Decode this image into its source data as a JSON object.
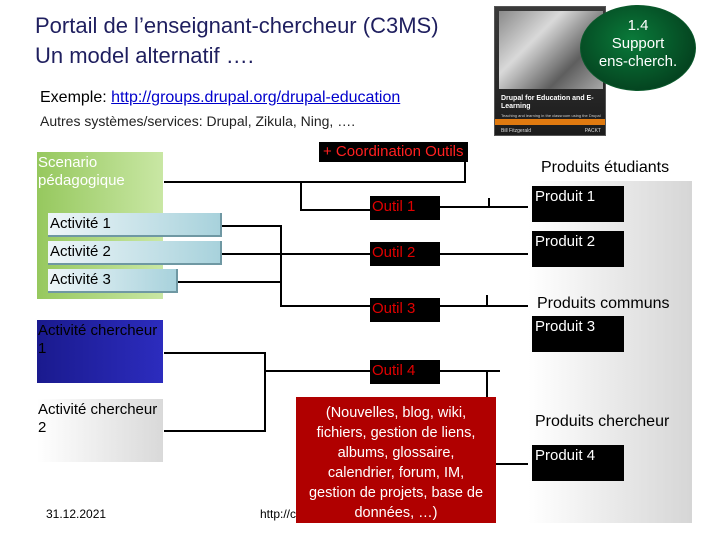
{
  "slide": {
    "title_line1": "Portail de l’enseignant-chercheur (C3MS)",
    "title_line2": "Un model alternatif ….",
    "badge": [
      "1.4",
      "Support",
      "ens-cherch."
    ],
    "example_label": "Exemple:",
    "example_url": "http://groups.drupal.org/drupal-education",
    "others": "Autres systèmes/services: Drupal, Zikula, Ning, ….",
    "book": {
      "title": "Drupal for Education and E-Learning",
      "subtitle": "Teaching and learning in the classroom using the Drupal CMS",
      "author": "Bill Fitzgerald",
      "publisher": "PACKT"
    }
  },
  "diagram": {
    "scenario": "Scenario pédagogique",
    "activities": [
      "Activité 1",
      "Activité 2",
      "Activité 3"
    ],
    "researcher_activities": [
      "Activité chercheur 1",
      "Activité chercheur 2"
    ],
    "coordination": "+ Coordination Outils",
    "tools": [
      "Outil 1",
      "Outil 2",
      "Outil 3",
      "Outil 4"
    ],
    "tool_details": "(Nouvelles, blog, wiki, fichiers, gestion de liens, albums, glossaire, calendrier, forum, IM, gestion de projets, base de données, …)",
    "student_products_title": "Produits étudiants",
    "student_products": [
      "Produit 1",
      "Produit 2"
    ],
    "common_products_title": "Produits communs",
    "common_products": [
      "Produit 3"
    ],
    "researcher_products_title": "Produits chercheur",
    "researcher_products": [
      "Produit 4"
    ]
  },
  "footer": {
    "date": "31.12.2021",
    "url_fragment": "http://c"
  },
  "colors": {
    "green_panel": "#96c85e",
    "navy_panel": "#1a1a8e",
    "red_box": "#b00000",
    "badge_green": "#0a7a3a",
    "title_color": "#1f1f5f",
    "tool_text": "#e00000"
  }
}
